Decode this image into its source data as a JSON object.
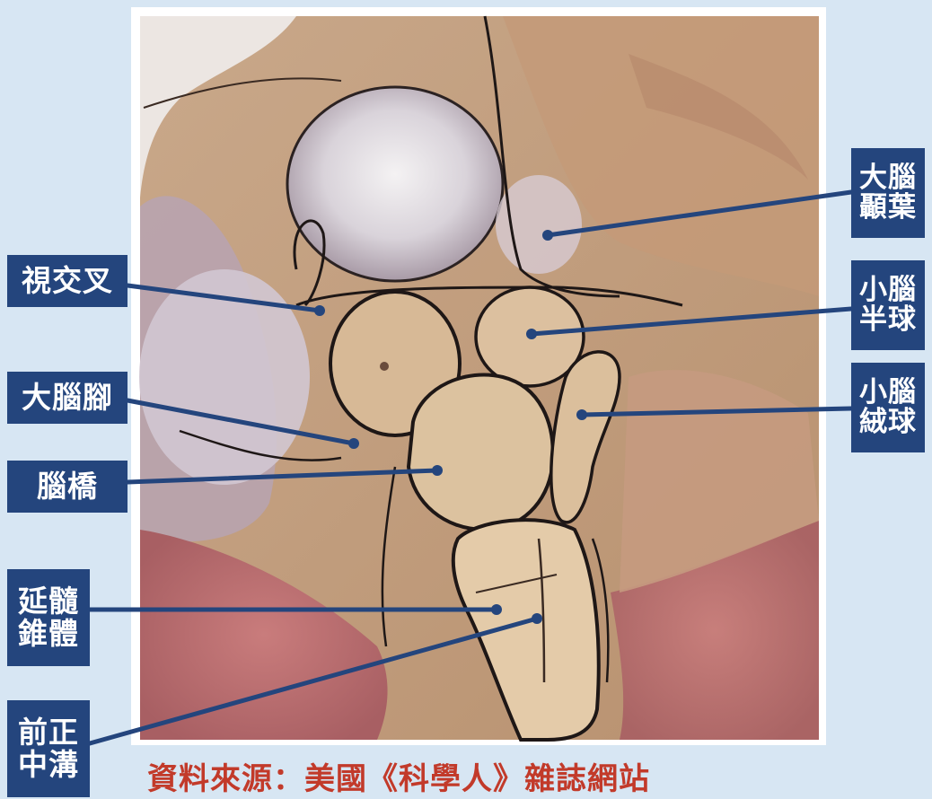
{
  "labels": {
    "optic_chiasm": "視交叉",
    "cerebral_peduncle": "大腦腳",
    "pons": "腦橋",
    "medullary_pyramid": [
      "延髓",
      "錐體"
    ],
    "anterior_median_fissure": [
      "前正",
      "中溝"
    ],
    "temporal_lobe": [
      "大腦",
      "顳葉"
    ],
    "cerebellar_hemisphere": [
      "小腦",
      "半球"
    ],
    "flocculus": [
      "小腦",
      "絨球"
    ]
  },
  "caption": "資料來源：美國《科學人》雜誌網站",
  "colors": {
    "background": "#d7e6f3",
    "label_bg": "#24457d",
    "label_text": "#ffffff",
    "leader_line": "#24457d",
    "caption": "#c23a2a"
  }
}
